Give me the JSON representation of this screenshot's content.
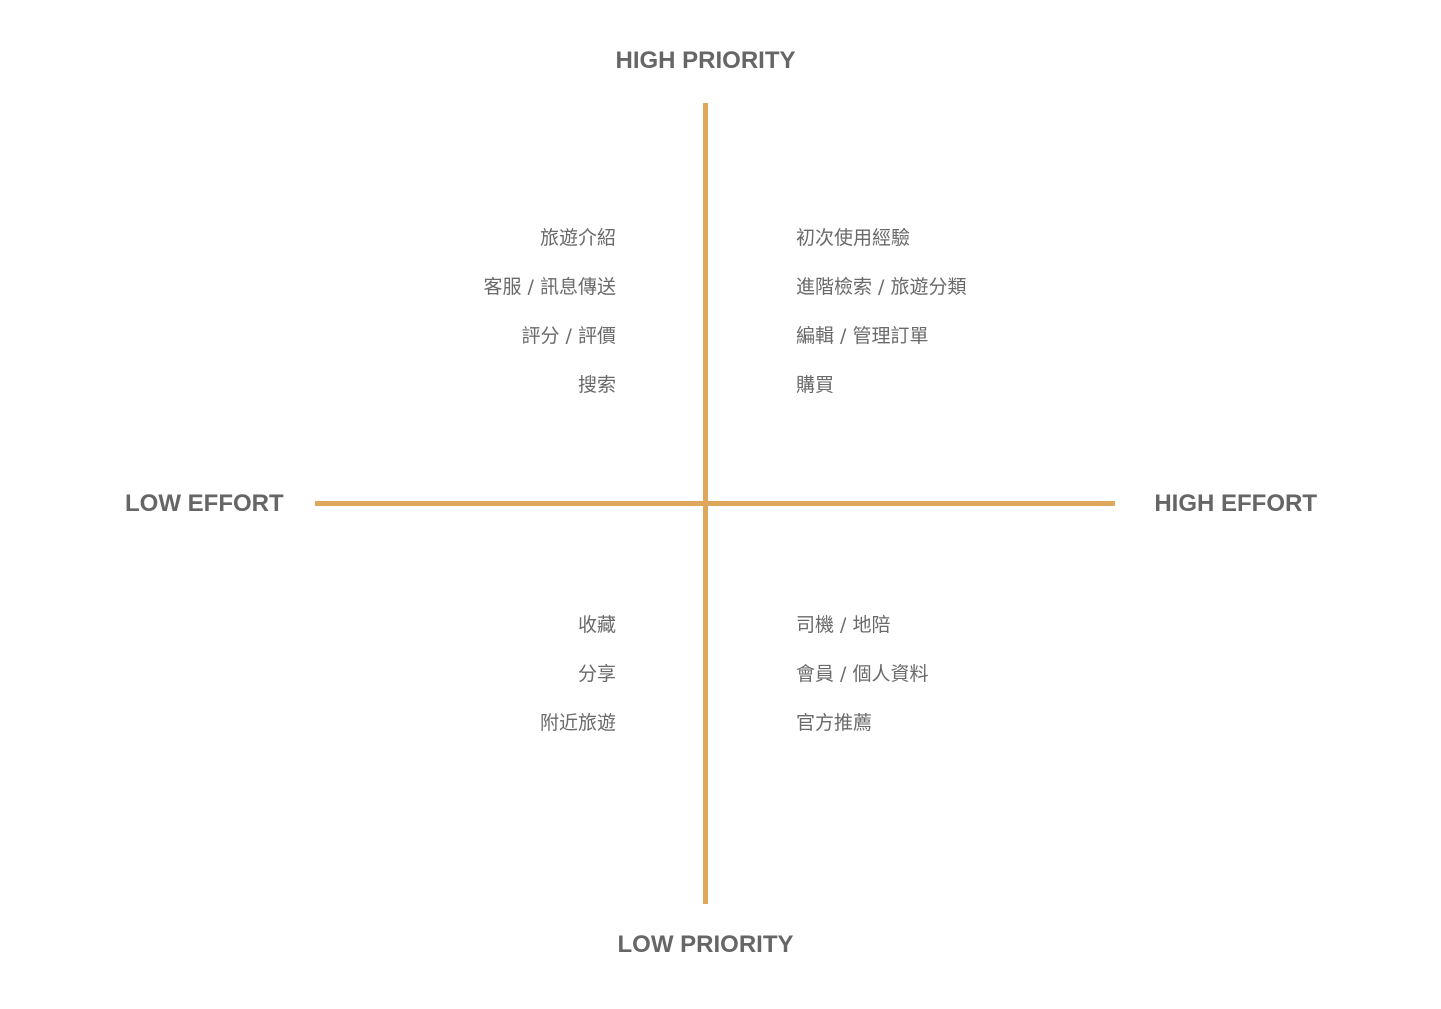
{
  "axes": {
    "top": "HIGH PRIORITY",
    "bottom": "LOW PRIORITY",
    "left": "LOW EFFORT",
    "right": "HIGH EFFORT",
    "line_color": "#dfa75c"
  },
  "quadrants": {
    "top_left": [
      "旅遊介紹",
      "客服 / 訊息傳送",
      "評分 / 評價",
      "搜索"
    ],
    "top_right": [
      "初次使用經驗",
      "進階檢索 / 旅遊分類",
      "編輯 / 管理訂單",
      "購買"
    ],
    "bottom_left": [
      "收藏",
      "分享",
      "附近旅遊"
    ],
    "bottom_right": [
      "司機 / 地陪",
      "會員 / 個人資料",
      "官方推薦"
    ]
  }
}
